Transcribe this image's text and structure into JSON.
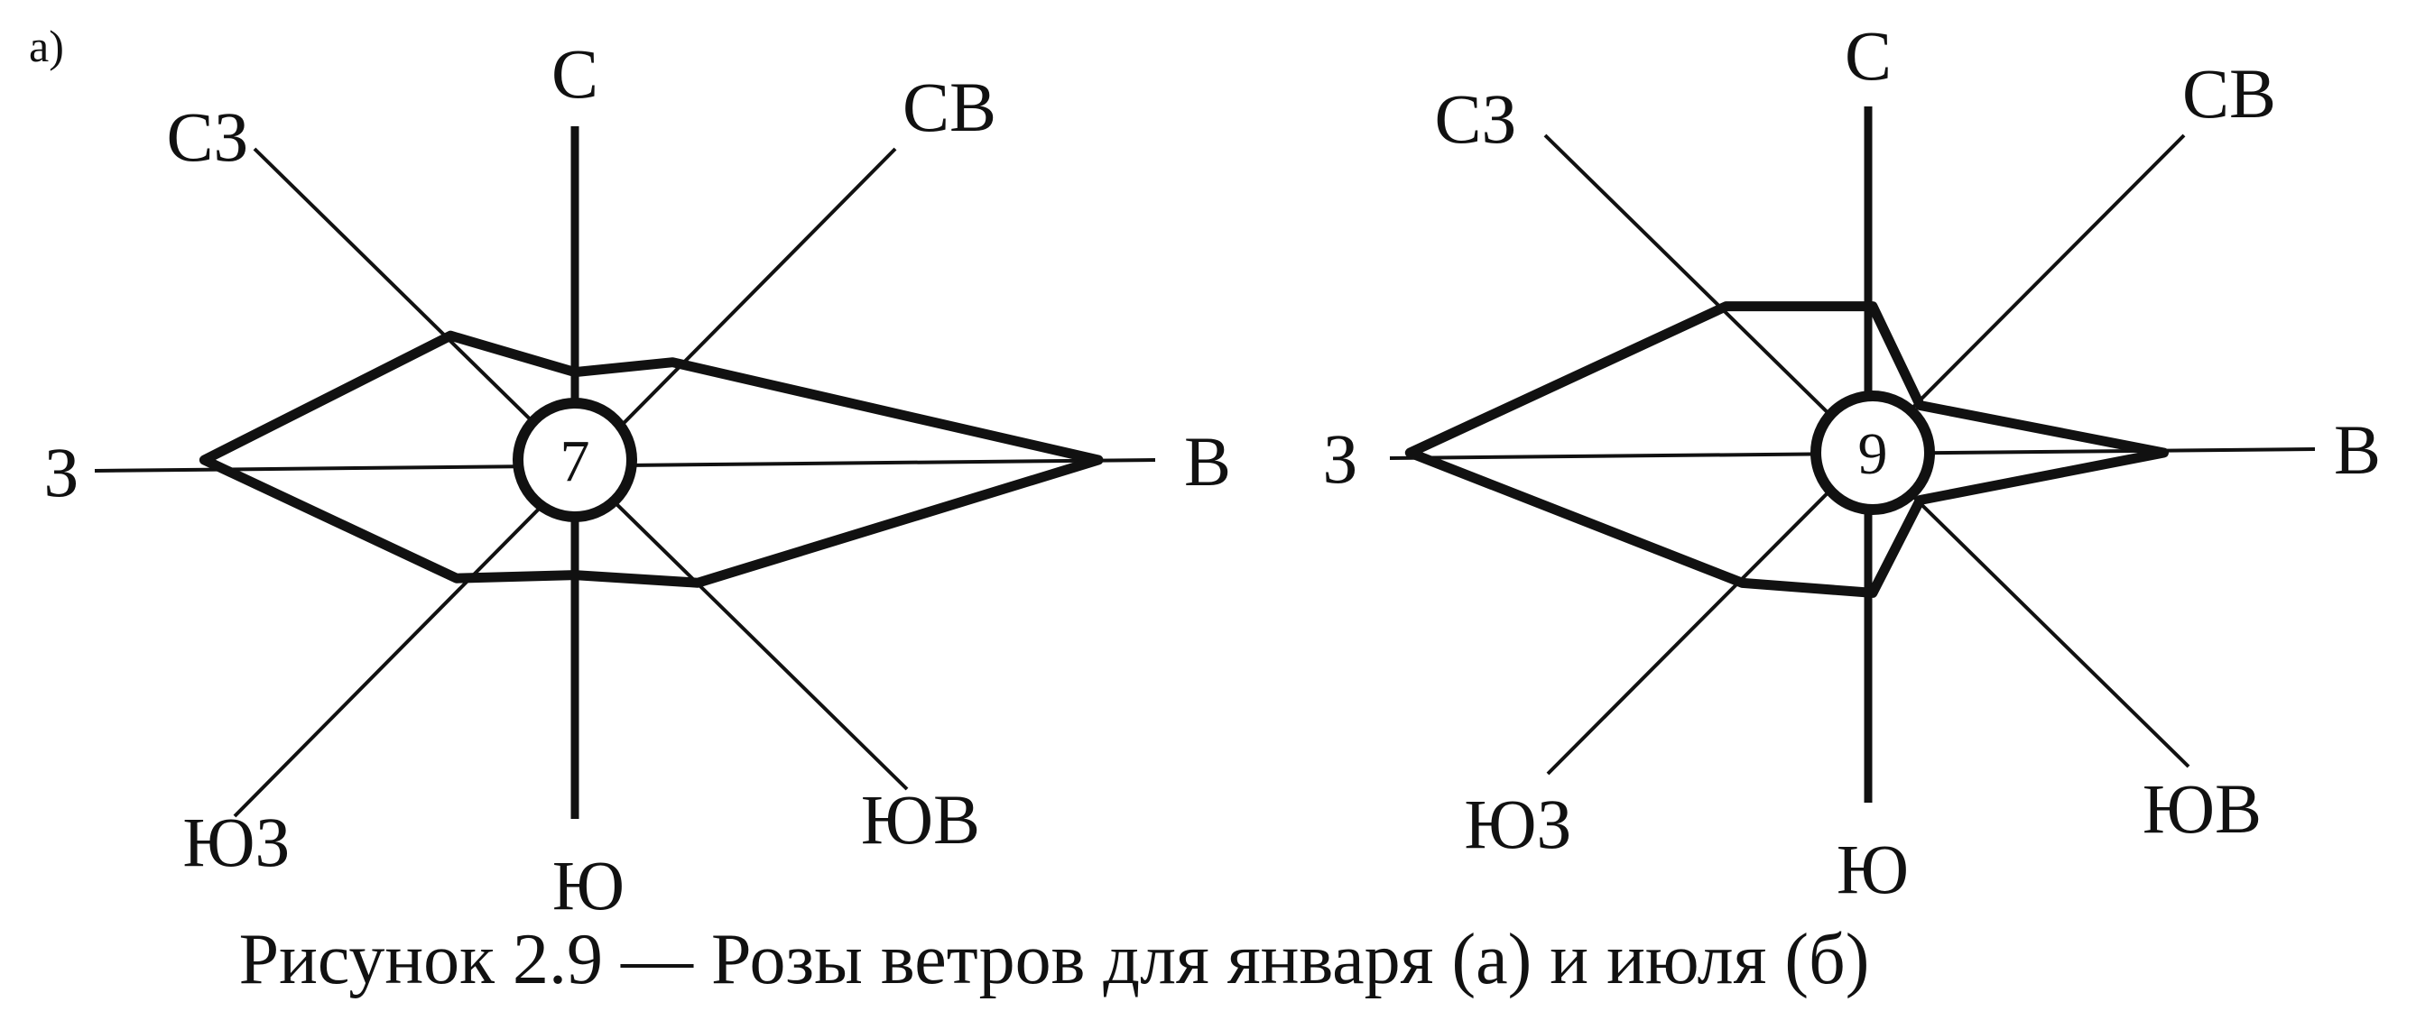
{
  "panel_letter": "а)",
  "caption": "Рисунок 2.9 — Розы ветров для января (а) и июля (б)",
  "colors": {
    "ink": "#111111",
    "background": "#ffffff"
  },
  "directions": [
    "С",
    "СВ",
    "В",
    "ЮВ",
    "Ю",
    "ЮЗ",
    "З",
    "СЗ"
  ],
  "roses": [
    {
      "month": "январь",
      "calm": "7",
      "relative_extent": {
        "С": 0.42,
        "СВ": 0.66,
        "В": 2.5,
        "ЮВ": 0.83,
        "Ю": 0.55,
        "ЮЗ": 0.8,
        "З": 1.77,
        "СЗ": 0.84
      }
    },
    {
      "month": "июль",
      "calm": "9",
      "relative_extent": {
        "С": 0.7,
        "СВ": 0.32,
        "В": 1.39,
        "ЮВ": 0.32,
        "Ю": 0.67,
        "ЮЗ": 0.88,
        "З": 2.21,
        "СЗ": 0.99
      }
    }
  ]
}
